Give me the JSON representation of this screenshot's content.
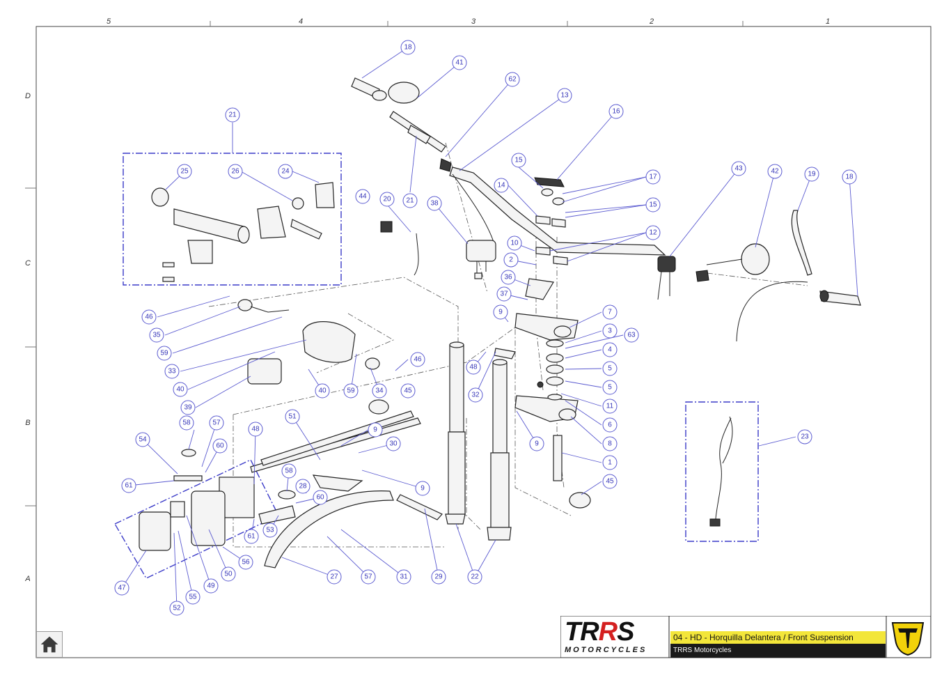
{
  "sheet": {
    "title": "04 - HD - Horquilla Delantera / Front Suspension",
    "company": "TRRS Motorcycles"
  },
  "logo": {
    "wordmark_main": "TRRS",
    "wordmark_sub": "MOTORCYCLES"
  },
  "colors": {
    "callout": "#3434b8",
    "title_bar": "#f3e63a",
    "company_bar": "#1a1a1a",
    "logo_accent": "#d42020",
    "emblem_yellow": "#f2d20a"
  },
  "grid": {
    "columns": [
      "5",
      "4",
      "3",
      "2",
      "1"
    ],
    "rows": [
      "D",
      "C",
      "B",
      "A"
    ]
  },
  "icons": {
    "home": "home-icon"
  },
  "callouts": [
    "18",
    "41",
    "62",
    "13",
    "16",
    "21",
    "25",
    "26",
    "24",
    "15",
    "17",
    "14",
    "15",
    "12",
    "43",
    "42",
    "19",
    "18",
    "44",
    "20",
    "21",
    "38",
    "10",
    "2",
    "36",
    "37",
    "9",
    "7",
    "3",
    "63",
    "4",
    "5",
    "5",
    "11",
    "6",
    "8",
    "1",
    "45",
    "23",
    "46",
    "35",
    "59",
    "33",
    "40",
    "39",
    "40",
    "59",
    "34",
    "45",
    "46",
    "48",
    "32",
    "51",
    "9",
    "30",
    "9",
    "58",
    "57",
    "60",
    "54",
    "61",
    "48",
    "58",
    "28",
    "60",
    "61",
    "53",
    "56",
    "50",
    "49",
    "55",
    "52",
    "47",
    "27",
    "57",
    "31",
    "29",
    "22",
    "9"
  ]
}
